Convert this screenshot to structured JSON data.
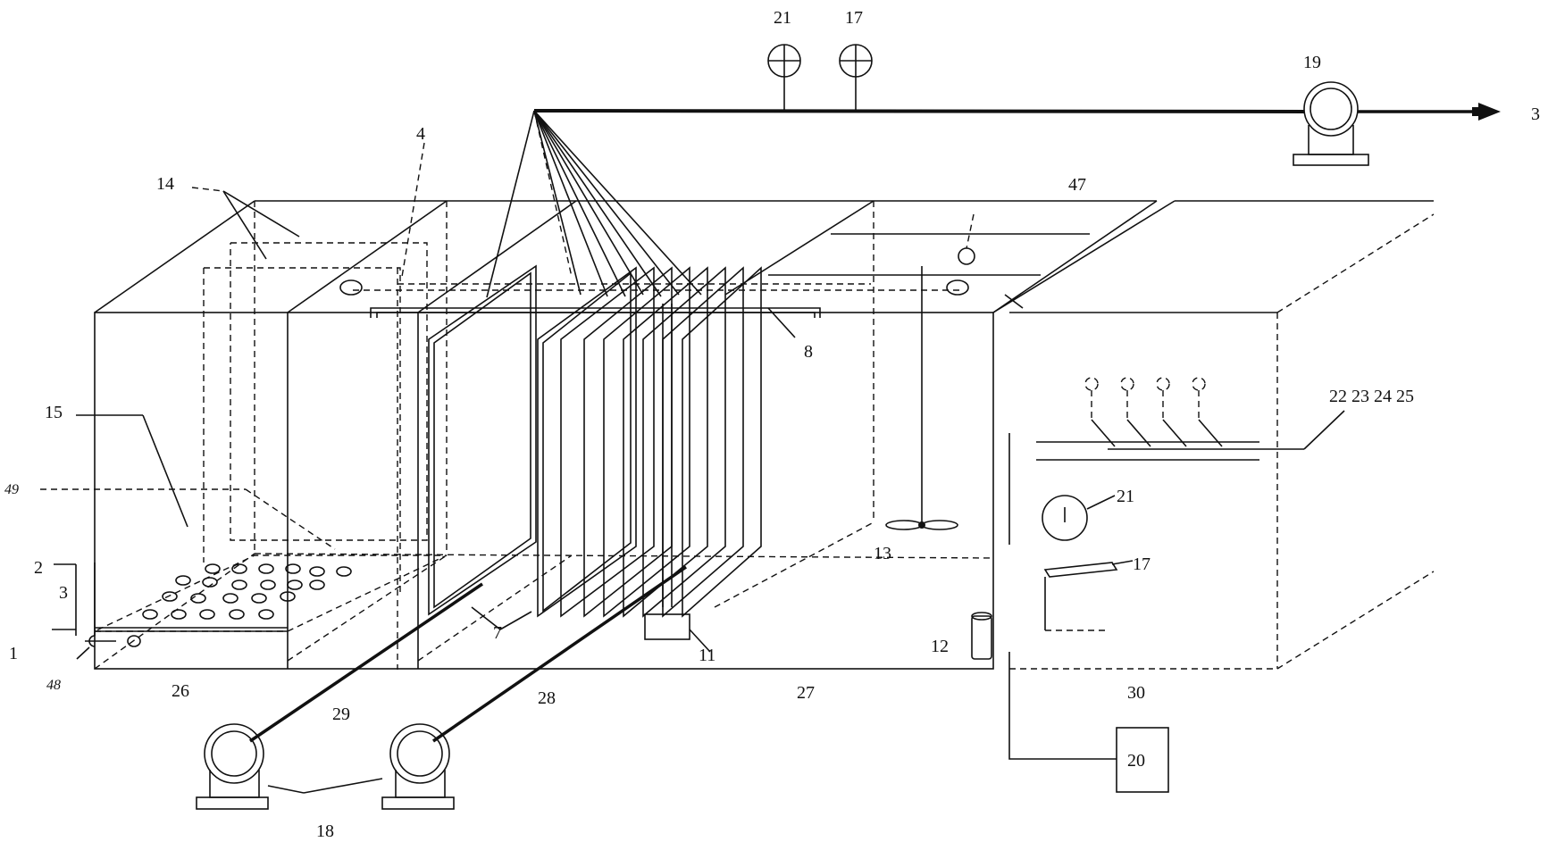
{
  "labels": {
    "l1": "1",
    "l2": "2",
    "l3": "3",
    "l3_out": "3",
    "l4": "4",
    "l7": "7",
    "l8": "8",
    "l11": "11",
    "l12": "12",
    "l13": "13",
    "l14": "14",
    "l15": "15",
    "l17_top": "17",
    "l17_side": "17",
    "l18": "18",
    "l19": "19",
    "l20": "20",
    "l21_top": "21",
    "l21_side": "21",
    "l22_25": "22  23  24  25",
    "l26": "26",
    "l27": "27",
    "l28": "28",
    "l29": "29",
    "l30": "30",
    "l47": "47",
    "l48": "48",
    "l49": "49"
  },
  "icons": {
    "pump": "centrifugal-pump-icon",
    "gauge": "gauge-icon",
    "outlet_arrow": "arrow-right-icon"
  }
}
